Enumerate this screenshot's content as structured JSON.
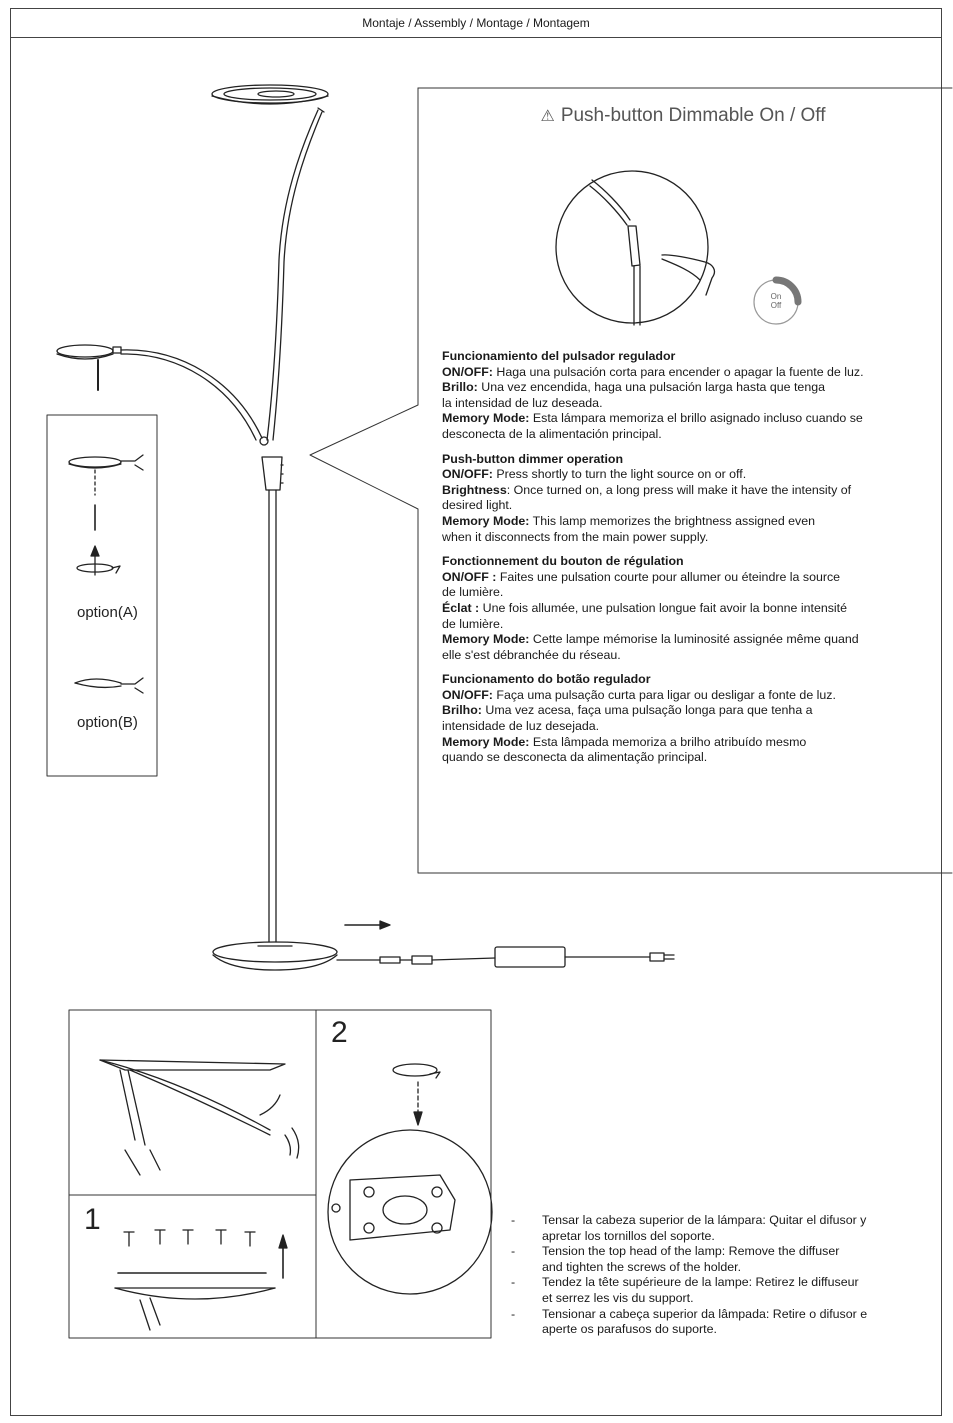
{
  "header": {
    "title": "Montaje / Assembly / Montage / Montagem"
  },
  "callout": {
    "warning_icon": "warning-triangle-icon",
    "title": "Push-button Dimmable On / Off",
    "badge_on": "On",
    "badge_off": "Off"
  },
  "options": {
    "a": "option(A)",
    "b": "option(B)"
  },
  "steps": {
    "one": "1",
    "two": "2"
  },
  "instructions": [
    {
      "heading": "Funcionamiento del pulsador regulador",
      "lines": [
        {
          "label": "ON/OFF:",
          "text": " Haga una pulsación corta para encender o apagar la fuente de luz."
        },
        {
          "label": "Brillo:",
          "text": " Una vez encendida, haga una pulsación larga hasta que tenga"
        },
        {
          "label": "",
          "text": "la intensidad de luz deseada."
        },
        {
          "label": "Memory Mode:",
          "text": " Esta lámpara memoriza el brillo asignado incluso cuando se"
        },
        {
          "label": "",
          "text": "desconecta de la alimentación principal."
        }
      ]
    },
    {
      "heading": "Push-button dimmer operation",
      "lines": [
        {
          "label": "ON/OFF:",
          "text": " Press shortly to turn the light source on or off."
        },
        {
          "label": "Brightness",
          "text": ": Once turned on, a long press will make it have the intensity of"
        },
        {
          "label": "",
          "text": "desired light."
        },
        {
          "label": "Memory Mode:",
          "text": " This lamp memorizes the brightness assigned even"
        },
        {
          "label": "",
          "text": "when it disconnects from the main power supply."
        }
      ]
    },
    {
      "heading": "Fonctionnement du bouton de régulation",
      "lines": [
        {
          "label": "ON/OFF :",
          "text": " Faites une pulsation courte pour allumer ou éteindre la source"
        },
        {
          "label": "",
          "text": "de lumière."
        },
        {
          "label": "Éclat :",
          "text": " Une fois allumée, une pulsation longue fait avoir la bonne intensité"
        },
        {
          "label": "",
          "text": "de lumière."
        },
        {
          "label": "Memory Mode:",
          "text": " Cette lampe mémorise la luminosité assignée même quand"
        },
        {
          "label": "",
          "text": "elle s'est débranchée du réseau."
        }
      ]
    },
    {
      "heading": "Funcionamento do botão regulador",
      "lines": [
        {
          "label": "ON/OFF:",
          "text": " Faça uma pulsação curta para ligar ou desligar a fonte de luz."
        },
        {
          "label": "Brilho:",
          "text": " Uma vez acesa, faça uma pulsação longa para que tenha a"
        },
        {
          "label": "",
          "text": "intensidade de luz desejada."
        },
        {
          "label": "Memory Mode:",
          "text": " Esta lâmpada memoriza a brilho atribuído mesmo"
        },
        {
          "label": "",
          "text": "quando se desconecta da alimentação principal."
        }
      ]
    }
  ],
  "bottom_notes": {
    "dash": "-",
    "items": [
      {
        "l1": "Tensar la cabeza superior de la lámpara: Quitar el difusor y",
        "l2": "apretar los tornillos del soporte."
      },
      {
        "l1": "Tension the top head of the lamp: Remove the diffuser",
        "l2": "and tighten the screws of the holder."
      },
      {
        "l1": "Tendez la tête supérieure de la lampe: Retirez le diffuseur",
        "l2": "et serrez les vis du support."
      },
      {
        "l1": "Tensionar a cabeça superior da lâmpada: Retire o difusor e",
        "l2": "aperte os parafusos do suporte."
      }
    ]
  }
}
